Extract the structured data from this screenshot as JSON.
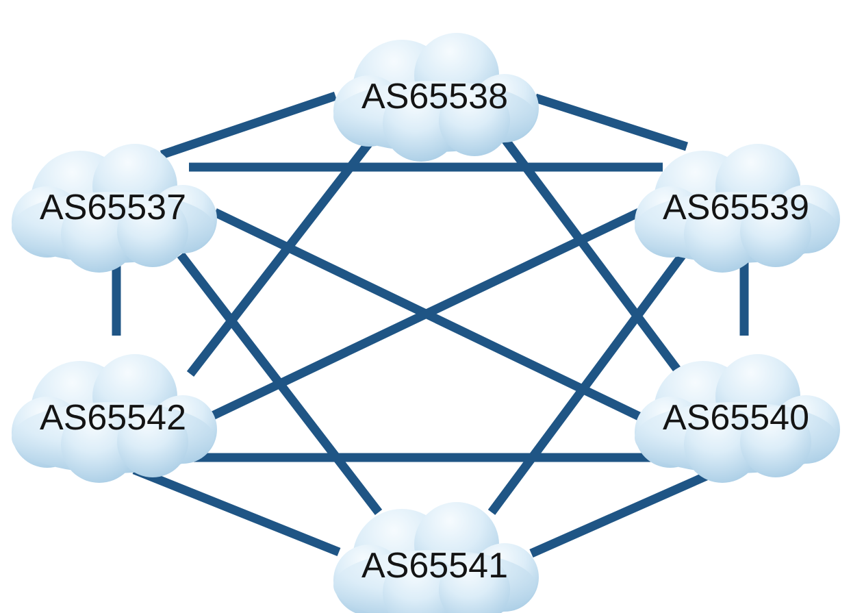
{
  "nodes": [
    {
      "id": "AS65538",
      "label": "AS65538"
    },
    {
      "id": "AS65537",
      "label": "AS65537"
    },
    {
      "id": "AS65539",
      "label": "AS65539"
    },
    {
      "id": "AS65542",
      "label": "AS65542"
    },
    {
      "id": "AS65540",
      "label": "AS65540"
    },
    {
      "id": "AS65541",
      "label": "AS65541"
    }
  ],
  "links": [
    [
      "AS65538",
      "AS65537"
    ],
    [
      "AS65538",
      "AS65539"
    ],
    [
      "AS65538",
      "AS65542"
    ],
    [
      "AS65538",
      "AS65540"
    ],
    [
      "AS65537",
      "AS65539"
    ],
    [
      "AS65537",
      "AS65542"
    ],
    [
      "AS65537",
      "AS65540"
    ],
    [
      "AS65537",
      "AS65541"
    ],
    [
      "AS65539",
      "AS65542"
    ],
    [
      "AS65539",
      "AS65540"
    ],
    [
      "AS65539",
      "AS65541"
    ],
    [
      "AS65542",
      "AS65540"
    ],
    [
      "AS65542",
      "AS65541"
    ],
    [
      "AS65540",
      "AS65541"
    ]
  ],
  "colors": {
    "link": "#1f5585",
    "cloud_light": "#f4fafd",
    "cloud_dark": "#a9cee6",
    "text": "#141414"
  }
}
